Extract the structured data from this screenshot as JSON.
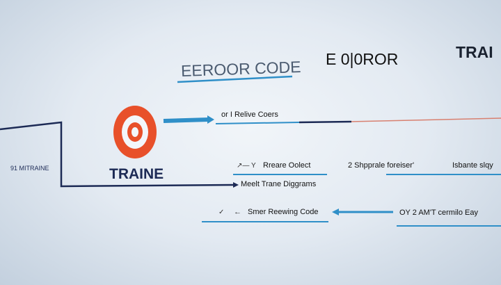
{
  "header": {
    "error_code_label": "EEROOR CODE",
    "error_label": "E 0|0ROR",
    "trai_label": "TRAI"
  },
  "logo": {
    "name": "target-icon",
    "brand": "TRAINE",
    "color": "#e8502a"
  },
  "diagram": {
    "left_label": "91 MITRAINE",
    "relative_coders": "or I Relive Coers",
    "prepare_object": "Rreare Oolect",
    "prepare_prefix": "↗— Y",
    "shippable": "2 Shpprale foreiser'",
    "isbante": "Isbante slqy",
    "meet_diagrams": "Meelt Trane Diggrams",
    "reviewing_code": "Smer Reewing Code",
    "check_mark": "✓",
    "back_arrow": "←",
    "cermilo": "OY 2 AM'T cermilo Eay"
  },
  "colors": {
    "accent": "#2f8fc8",
    "navy": "#1c2a55",
    "orange": "#e8502a"
  }
}
